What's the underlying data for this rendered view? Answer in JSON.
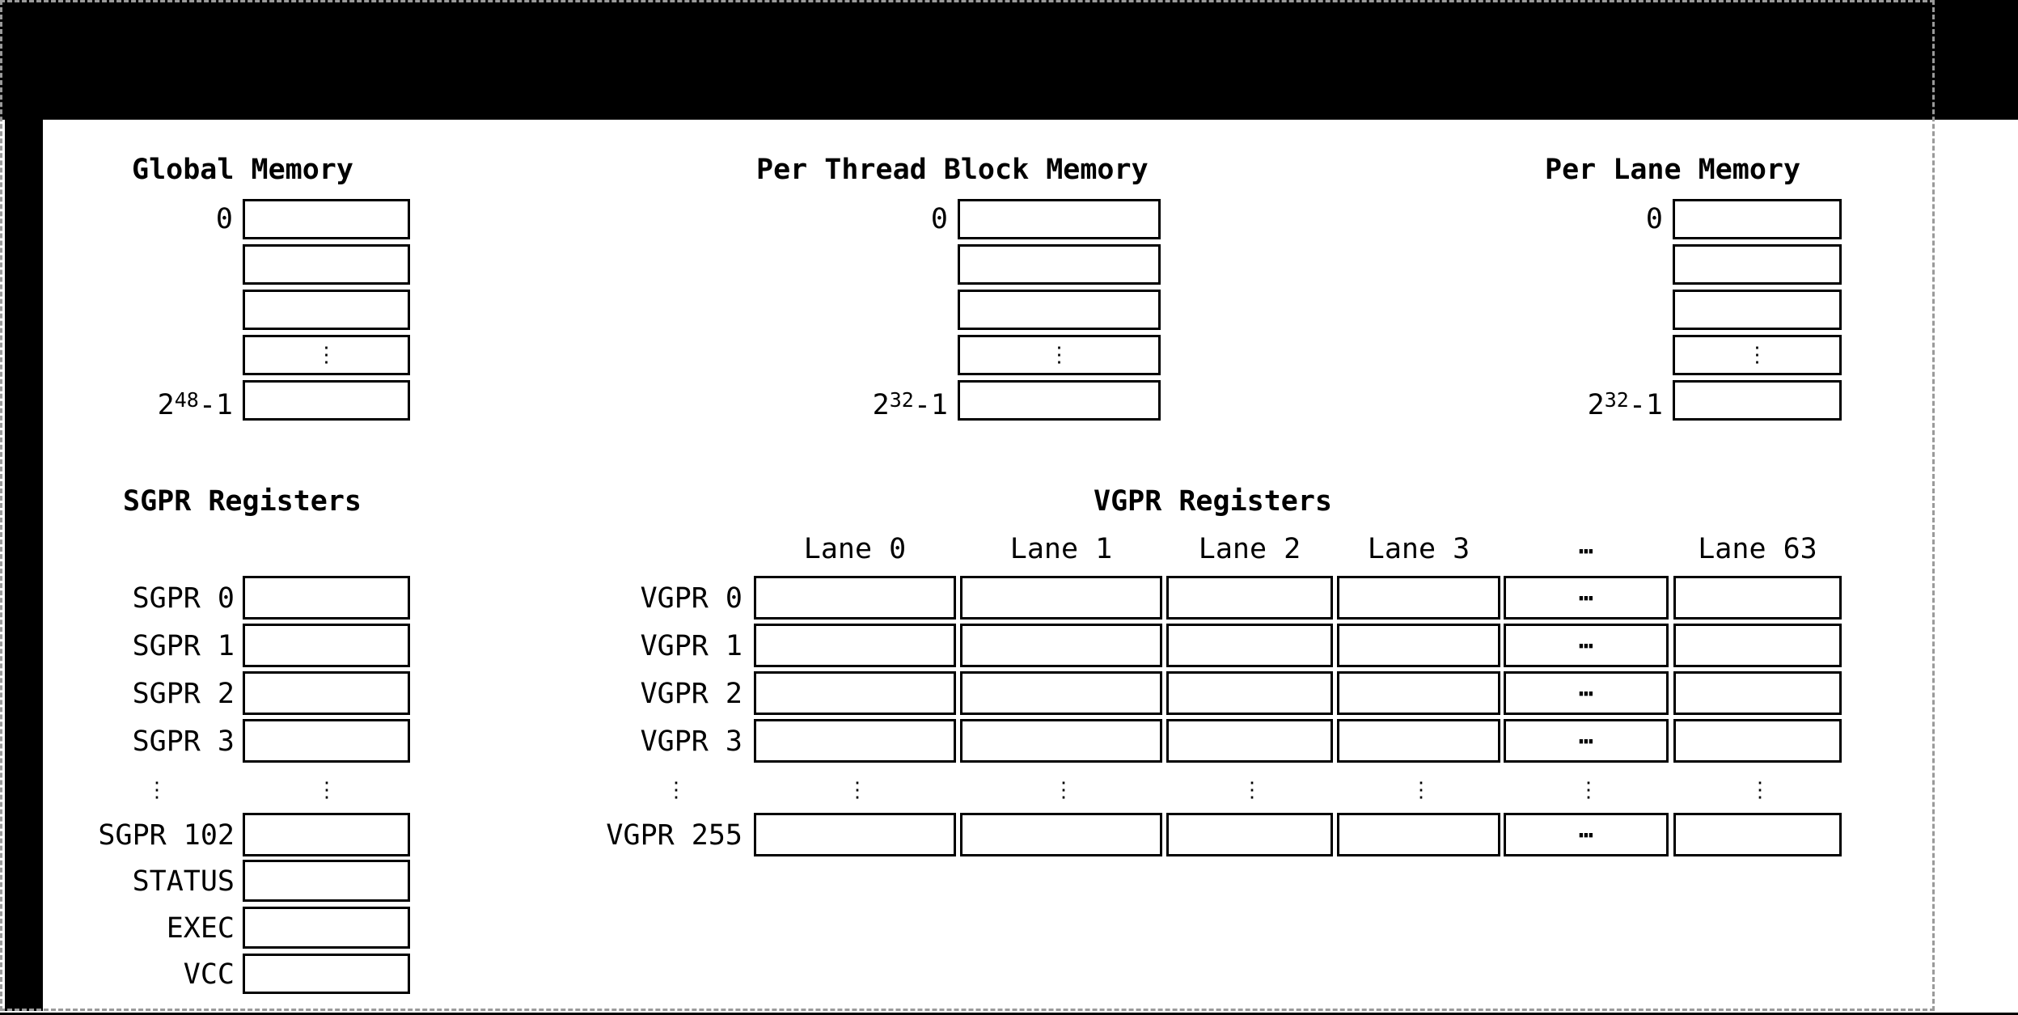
{
  "colors": {
    "background": "#ffffff",
    "window_bar": "#000000",
    "selection_ants": "#9a9a9a",
    "box_border": "#000000",
    "text": "#000000"
  },
  "memory_columns": [
    {
      "title": "Global Memory",
      "first_address": "0",
      "last_address_base": "2",
      "last_address_exp": "48",
      "last_address_suffix": "-1",
      "vertical_ellipsis": "⋮"
    },
    {
      "title": "Per Thread Block Memory",
      "first_address": "0",
      "last_address_base": "2",
      "last_address_exp": "32",
      "last_address_suffix": "-1",
      "vertical_ellipsis": "⋮"
    },
    {
      "title": "Per Lane Memory",
      "first_address": "0",
      "last_address_base": "2",
      "last_address_exp": "32",
      "last_address_suffix": "-1",
      "vertical_ellipsis": "⋮"
    }
  ],
  "sgpr": {
    "title": "SGPR Registers",
    "row_labels": [
      "SGPR 0",
      "SGPR 1",
      "SGPR 2",
      "SGPR 3"
    ],
    "vertical_ellipsis": "⋮",
    "tail_row_labels": [
      "SGPR 102",
      "STATUS",
      "EXEC",
      "VCC"
    ]
  },
  "vgpr": {
    "title": "VGPR Registers",
    "lane_headers": [
      "Lane 0",
      "Lane 1",
      "Lane 2",
      "Lane 3"
    ],
    "lane_header_ellipsis": "⋯",
    "last_lane_header": "Lane 63",
    "row_labels": [
      "VGPR 0",
      "VGPR 1",
      "VGPR 2",
      "VGPR 3"
    ],
    "last_row_label": "VGPR 255",
    "cell_ellipsis": "⋯",
    "vertical_ellipsis": "⋮"
  }
}
